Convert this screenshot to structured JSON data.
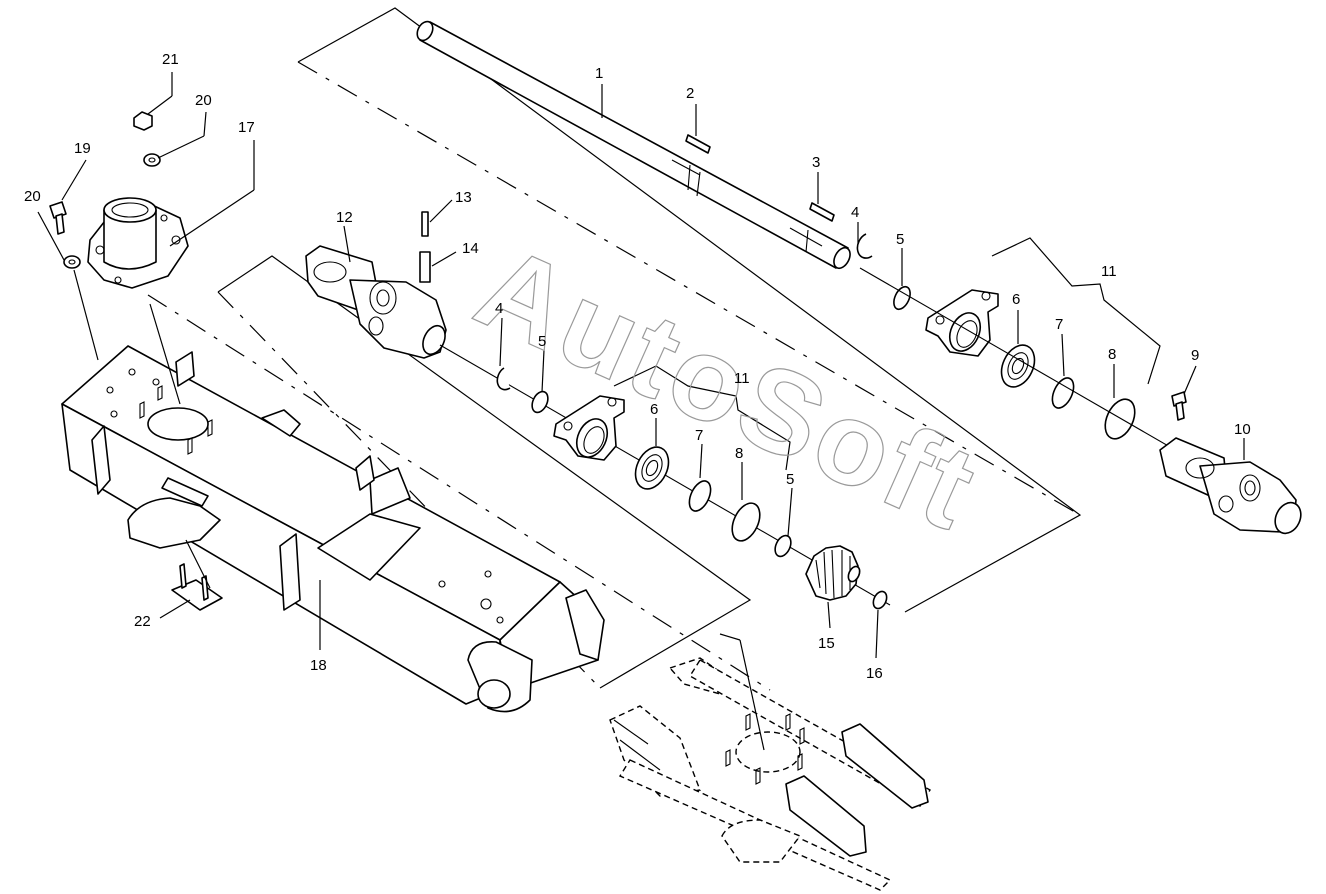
{
  "watermark": "AutoSoft",
  "callouts": {
    "c1": "1",
    "c2": "2",
    "c3": "3",
    "c4a": "4",
    "c5a": "5",
    "c11a": "11",
    "c6a": "6",
    "c7a": "7",
    "c8a": "8",
    "c9": "9",
    "c10": "10",
    "c12": "12",
    "c13": "13",
    "c14": "14",
    "c4b": "4",
    "c5b": "5",
    "c11b": "11",
    "c6b": "6",
    "c7b": "7",
    "c8b": "8",
    "c5c": "5",
    "c15": "15",
    "c16": "16",
    "c17": "17",
    "c18": "18",
    "c19": "19",
    "c20a": "20",
    "c20b": "20",
    "c21": "21",
    "c22": "22"
  },
  "colors": {
    "line": "#000000",
    "watermark": "#9a9a9a",
    "background": "#ffffff"
  }
}
